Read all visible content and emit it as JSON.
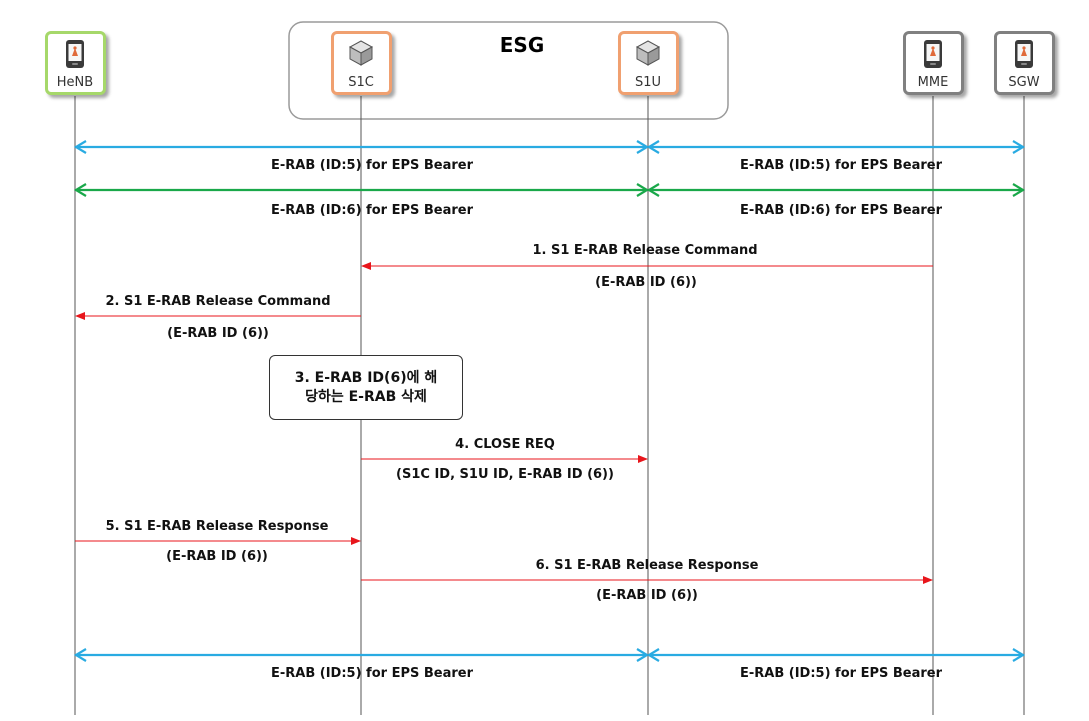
{
  "diagram": {
    "group_title": "ESG",
    "nodes": [
      {
        "id": "henb",
        "label": "HeNB",
        "icon": "phone-icon",
        "border_color": "#a6d86a"
      },
      {
        "id": "s1c",
        "label": "S1C",
        "icon": "server-cube-icon",
        "border_color": "#f0a070"
      },
      {
        "id": "s1u",
        "label": "S1U",
        "icon": "server-cube-icon",
        "border_color": "#f0a070"
      },
      {
        "id": "mme",
        "label": "MME",
        "icon": "phone-icon",
        "border_color": "#808080"
      },
      {
        "id": "sgw",
        "label": "SGW",
        "icon": "phone-icon",
        "border_color": "#808080"
      }
    ],
    "bearers": [
      {
        "label_left": "E-RAB (ID:5) for EPS Bearer",
        "label_right": "E-RAB (ID:5) for EPS Bearer",
        "color": "#29abe2"
      },
      {
        "label_left": "E-RAB (ID:6) for EPS Bearer",
        "label_right": "E-RAB (ID:6) for EPS Bearer",
        "color": "#1aa84a"
      },
      {
        "label_left": "E-RAB (ID:5) for EPS Bearer",
        "label_right": "E-RAB (ID:5) for EPS Bearer",
        "color": "#29abe2"
      }
    ],
    "messages": [
      {
        "label": "1. S1 E-RAB Release Command",
        "params": "(E-RAB ID (6))",
        "from": "mme",
        "to": "s1c"
      },
      {
        "label": "2. S1 E-RAB Release Command",
        "params": "(E-RAB ID (6))",
        "from": "s1c",
        "to": "henb"
      },
      {
        "label": "4. CLOSE REQ",
        "params": "(S1C ID, S1U ID, E-RAB ID (6))",
        "from": "s1c",
        "to": "s1u"
      },
      {
        "label": "5. S1 E-RAB Release Response",
        "params": "(E-RAB ID (6))",
        "from": "henb",
        "to": "s1c"
      },
      {
        "label": "6. S1 E-RAB Release Response",
        "params": "(E-RAB ID (6))",
        "from": "s1c",
        "to": "mme"
      }
    ],
    "note": "3. E-RAB ID(6)에 해\n당하는 E-RAB 삭제",
    "message_color": "#e8151b"
  }
}
